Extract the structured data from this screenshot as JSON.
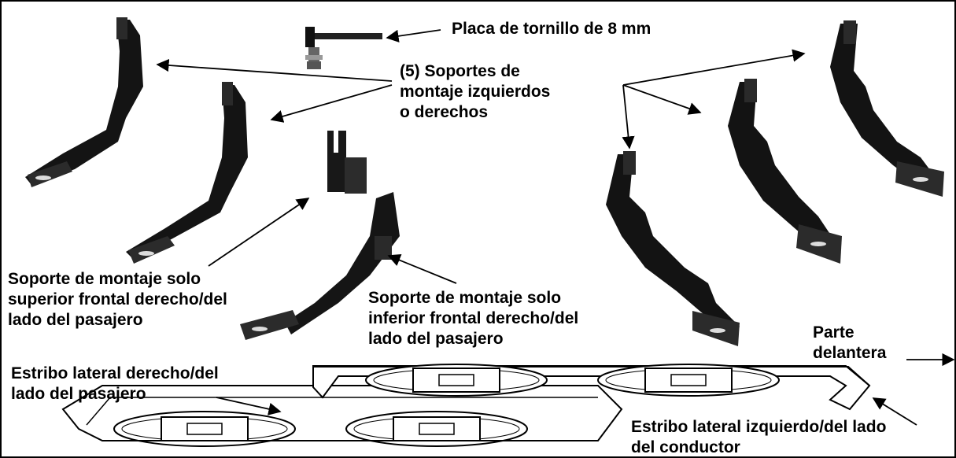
{
  "labels": {
    "bolt_plate": "Placa de tornillo de 8 mm",
    "brackets_lr": "(5) Soportes de\nmontaje izquierdos\no derechos",
    "upper_front_bracket": "Soporte de montaje solo\nsuperior frontal derecho/del\nlado del pasajero",
    "lower_front_bracket": "Soporte de montaje solo\ninferior frontal derecho/del\nlado del pasajero",
    "front": "Parte\ndelantera",
    "right_board": "Estribo lateral derecho/del\nlado del pasajero",
    "left_board": "Estribo lateral izquierdo/del lado\ndel conductor"
  }
}
